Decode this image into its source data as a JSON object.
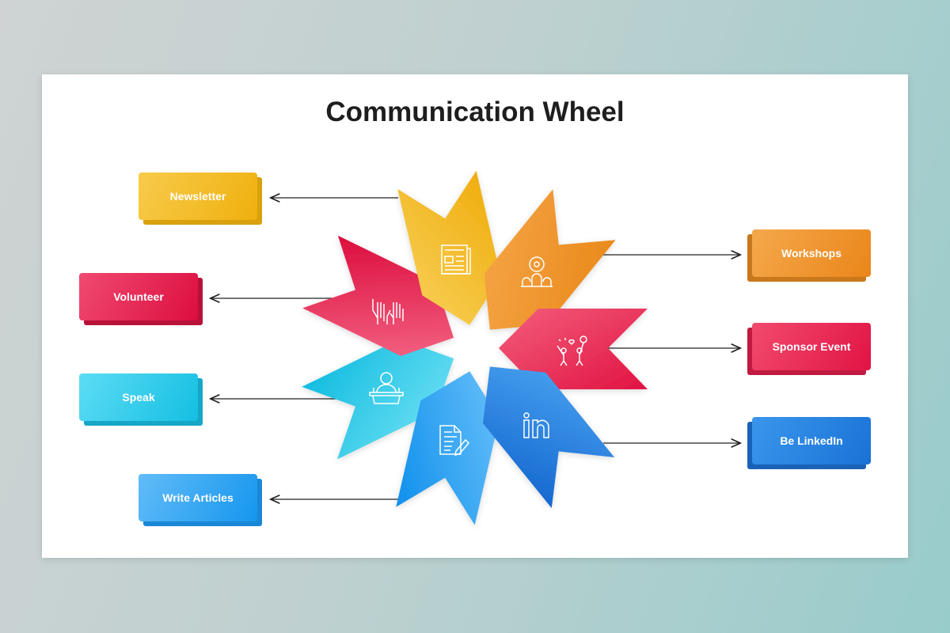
{
  "title": "Communication Wheel",
  "items": [
    {
      "label": "Newsletter",
      "icon": "newspaper-icon",
      "color": "#f3b81f"
    },
    {
      "label": "Volunteer",
      "icon": "raised-hands-icon",
      "color": "#e5194a"
    },
    {
      "label": "Speak",
      "icon": "speaker-podium-icon",
      "color": "#28c6e6"
    },
    {
      "label": "Write Articles",
      "icon": "document-pen-icon",
      "color": "#2aa2f2"
    },
    {
      "label": "Workshops",
      "icon": "workshop-group-icon",
      "color": "#ef912c"
    },
    {
      "label": "Sponsor Event",
      "icon": "celebration-icon",
      "color": "#e8264f"
    },
    {
      "label": "Be LinkedIn",
      "icon": "linkedin-icon",
      "color": "#1f7ede"
    }
  ]
}
